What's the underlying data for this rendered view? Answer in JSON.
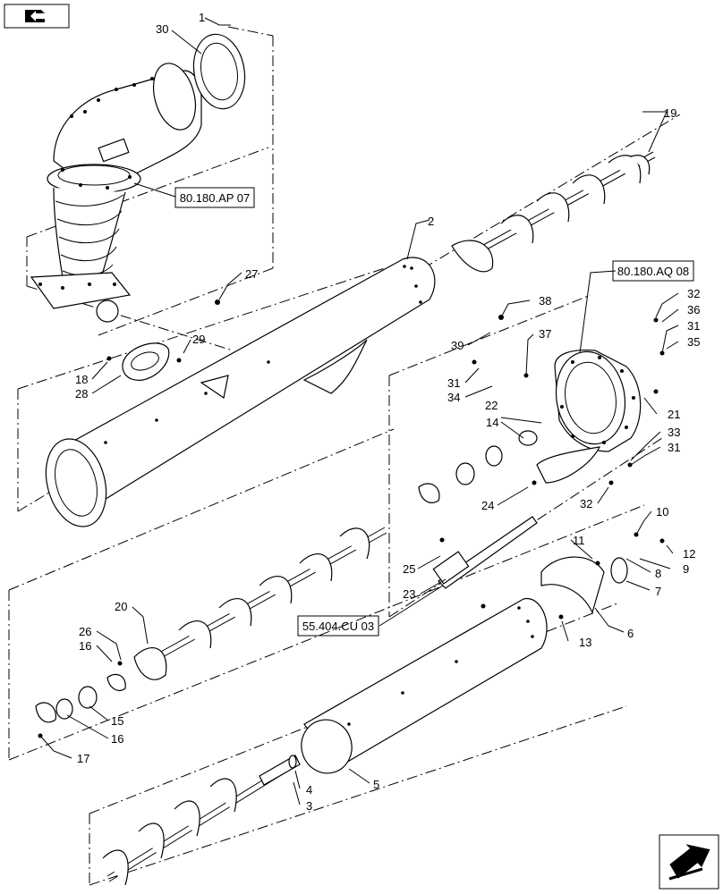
{
  "nav": {
    "back_icon": "back-arrow-icon",
    "next_icon": "next-arrow-icon"
  },
  "references": [
    "80.180.AP 07",
    "80.180.AQ 08",
    "55.404.CU 03"
  ],
  "callouts": [
    "1",
    "2",
    "3",
    "4",
    "5",
    "6",
    "7",
    "8",
    "9",
    "10",
    "11",
    "12",
    "13",
    "14",
    "15",
    "16",
    "16",
    "17",
    "18",
    "19",
    "20",
    "21",
    "22",
    "23",
    "24",
    "25",
    "26",
    "27",
    "28",
    "29",
    "30",
    "31",
    "31",
    "31",
    "32",
    "32",
    "33",
    "34",
    "35",
    "36",
    "37",
    "38",
    "39"
  ]
}
